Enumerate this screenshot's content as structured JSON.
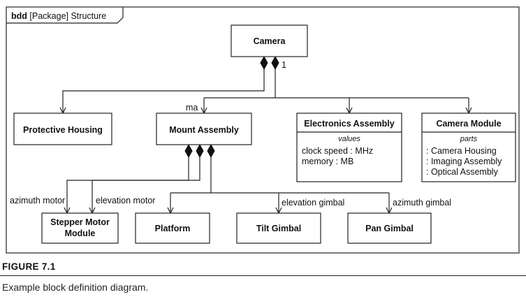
{
  "frame": {
    "title": "bdd [Package] Structure"
  },
  "blocks": {
    "camera": {
      "name": "Camera"
    },
    "protective_housing": {
      "name": "Protective Housing"
    },
    "mount_assembly": {
      "name": "Mount Assembly"
    },
    "electronics_assembly": {
      "name": "Electronics Assembly",
      "compartment": "values",
      "lines": [
        "clock speed : MHz",
        "memory : MB"
      ]
    },
    "camera_module": {
      "name": "Camera Module",
      "compartment": "parts",
      "lines": [
        ": Camera Housing",
        ": Imaging Assembly",
        ": Optical Assembly"
      ]
    },
    "stepper_motor_module": {
      "name_lines": [
        "Stepper Motor",
        "Module"
      ]
    },
    "platform": {
      "name": "Platform"
    },
    "tilt_gimbal": {
      "name": "Tilt Gimbal"
    },
    "pan_gimbal": {
      "name": "Pan Gimbal"
    }
  },
  "labels": {
    "multiplicity": "1",
    "ma": "ma",
    "azimuth_motor": "azimuth motor",
    "elevation_motor": "elevation motor",
    "elevation_gimbal": "elevation gimbal",
    "azimuth_gimbal": "azimuth gimbal"
  },
  "figure": {
    "label": "FIGURE 7.1",
    "caption": "Example block definition diagram."
  }
}
